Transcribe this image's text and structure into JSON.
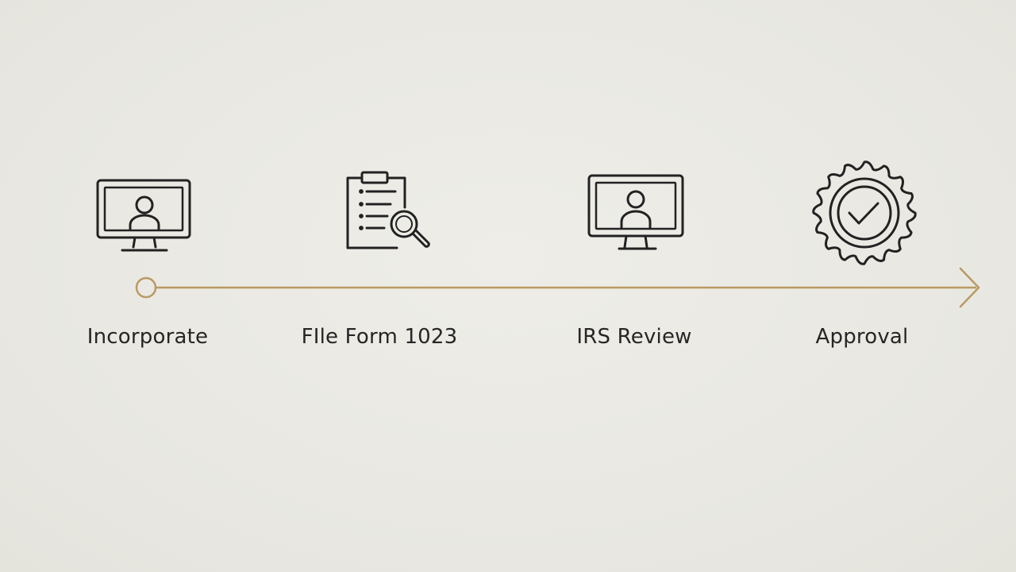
{
  "colors": {
    "background": "#e9e8e2",
    "icon_stroke": "#222222",
    "timeline": "#b99a63",
    "label_text": "#262626"
  },
  "steps": [
    {
      "label": "Incorporate",
      "icon": "monitor-user-icon"
    },
    {
      "label": "FIle Form 1023",
      "icon": "clipboard-search-icon"
    },
    {
      "label": "IRS Review",
      "icon": "monitor-user-icon"
    },
    {
      "label": "Approval",
      "icon": "approval-seal-check-icon"
    }
  ]
}
